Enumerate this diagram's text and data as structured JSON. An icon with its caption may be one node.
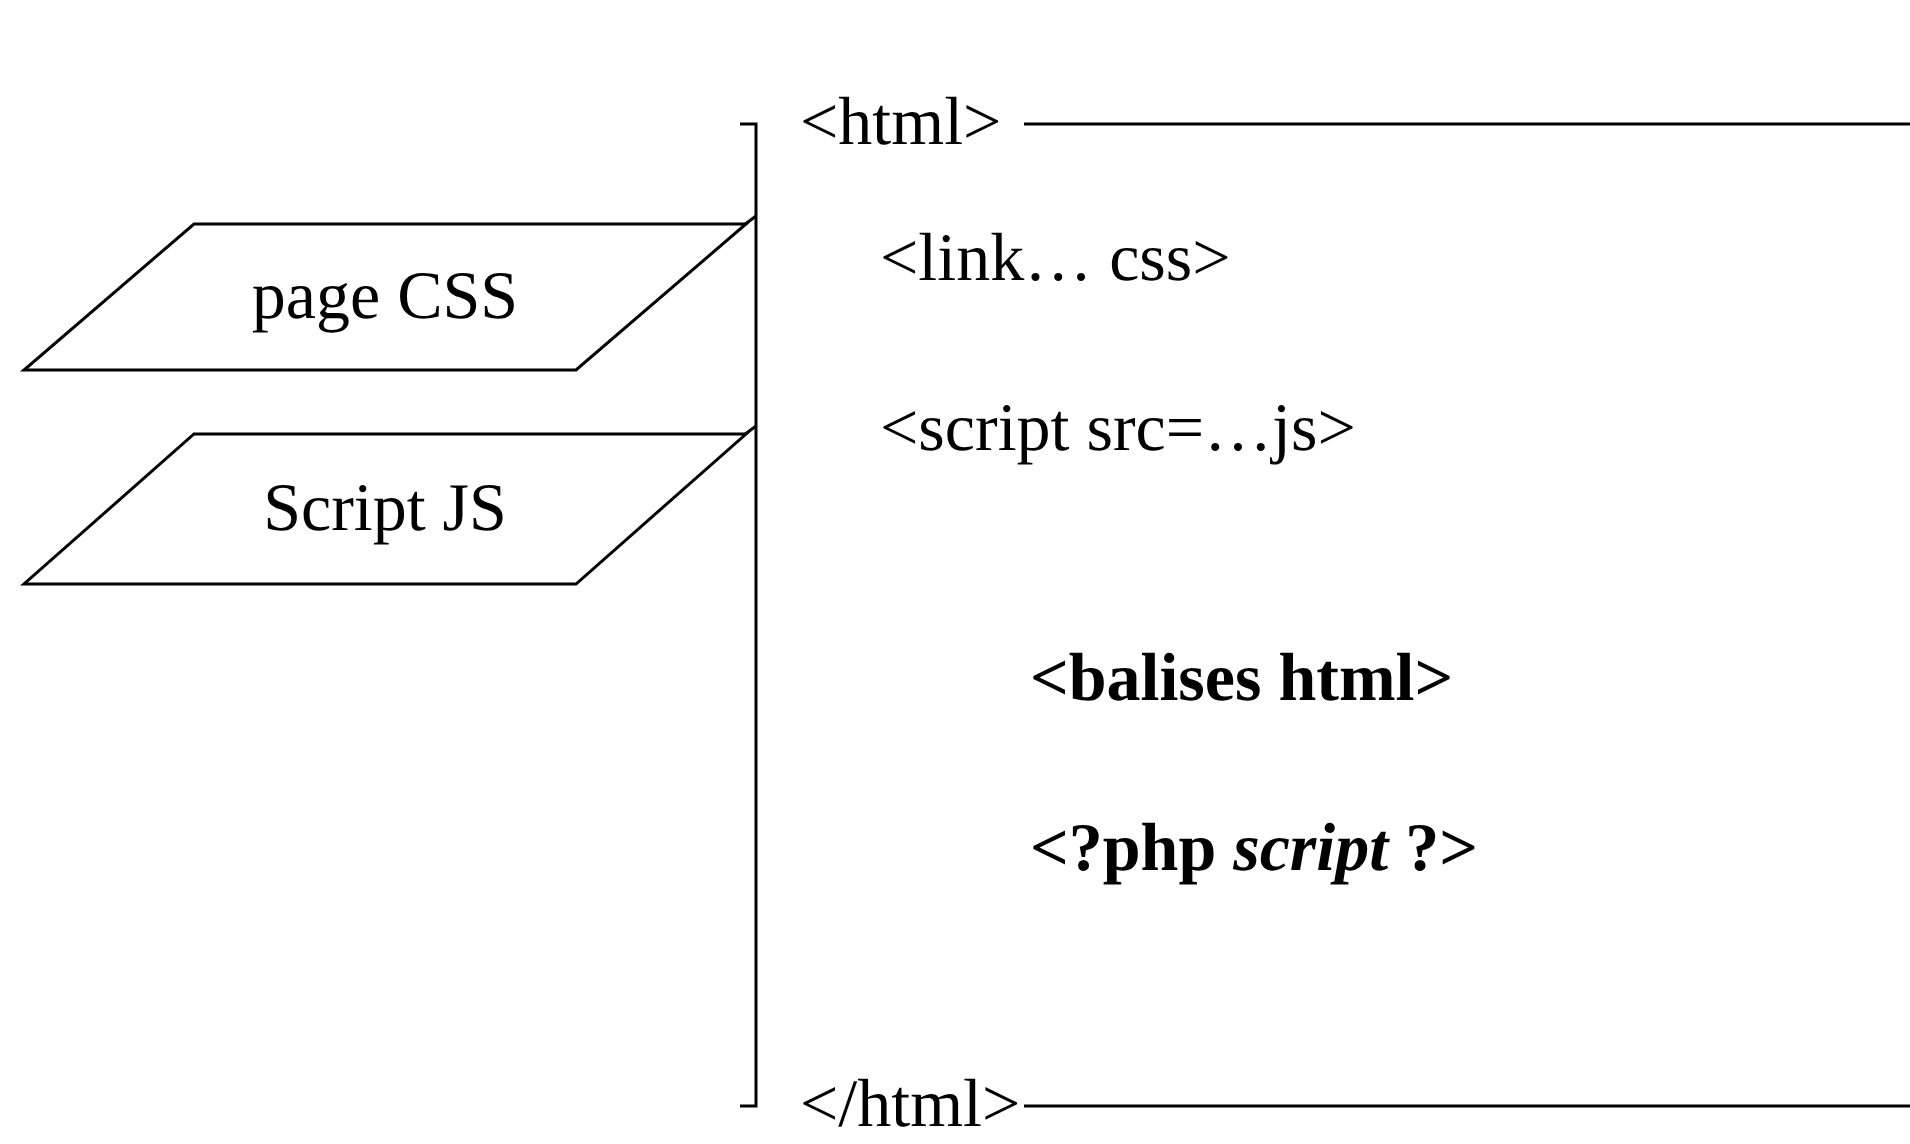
{
  "diagram": {
    "nodes": [
      {
        "text": [
          "page CSS"
        ]
      },
      {
        "text": [
          "Script JS"
        ]
      },
      {
        "text": [
          "<html>",
          "</html>"
        ]
      },
      {
        "text": [
          "<link… css>"
        ],
        "in": 2
      },
      {
        "text": [
          "<script src=…js>"
        ],
        "in": 2
      }
    ],
    "edges": [
      {
        "from": 0,
        "to": 2,
        "arrow": "none"
      },
      {
        "from": 1,
        "to": 2,
        "arrow": "none"
      }
    ],
    "labels": [
      "<balises html>",
      "<?php *script* ?>"
    ]
  }
}
